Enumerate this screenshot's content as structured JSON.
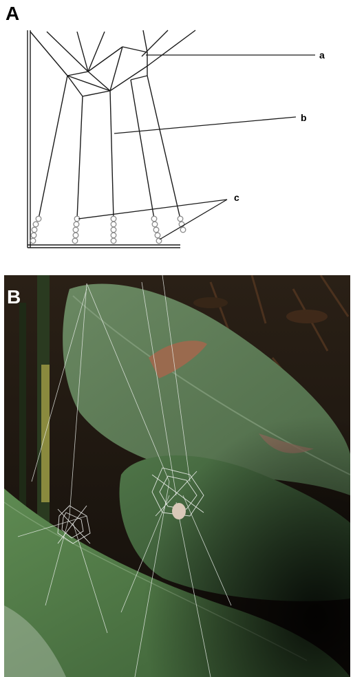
{
  "panels": {
    "a": {
      "letter": "A",
      "callouts": {
        "a": "a",
        "b": "b",
        "c": "c"
      }
    },
    "b": {
      "letter": "B"
    }
  },
  "colors": {
    "line": "#1a1a1a",
    "bead": "#9a9a9a",
    "photo_bg": "#1f1a14",
    "leaf": "#5d7a55",
    "silk": "#e8ece8"
  }
}
